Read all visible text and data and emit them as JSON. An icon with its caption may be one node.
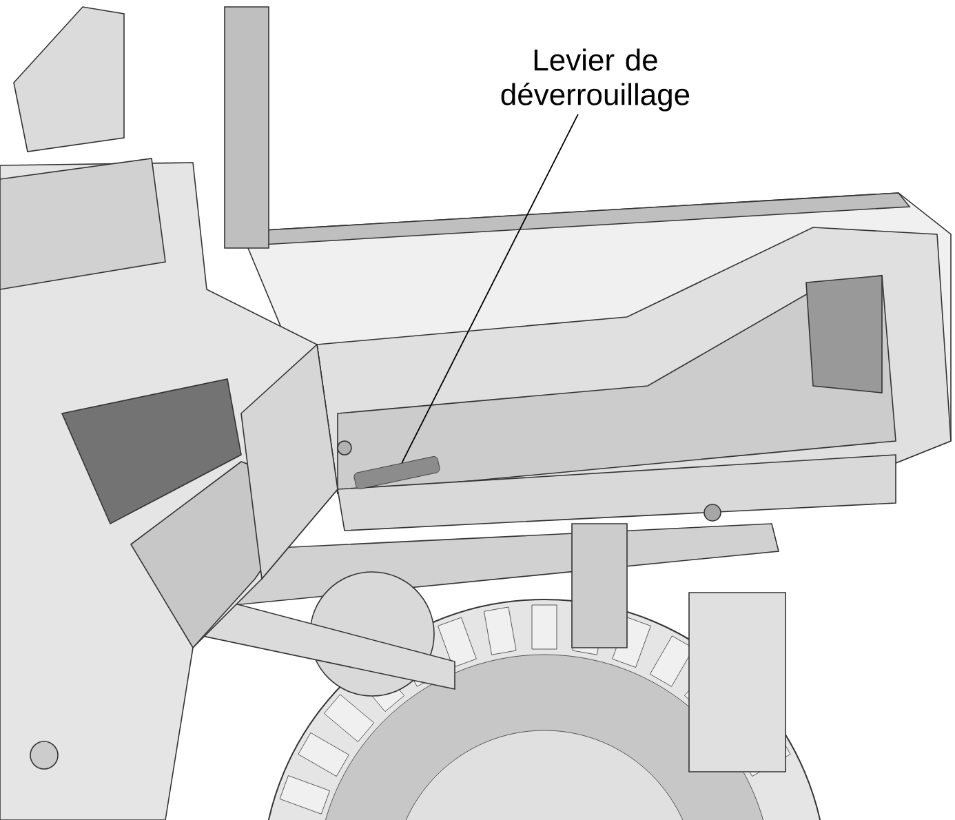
{
  "diagram": {
    "nodes": [
      {
        "text": [
          "Levier de déverrouillage"
        ]
      },
      {
        "text": [],
        "shape": "cylinder"
      }
    ],
    "edges": [
      {
        "from": 0,
        "to": 1,
        "arrow": "none"
      }
    ]
  }
}
